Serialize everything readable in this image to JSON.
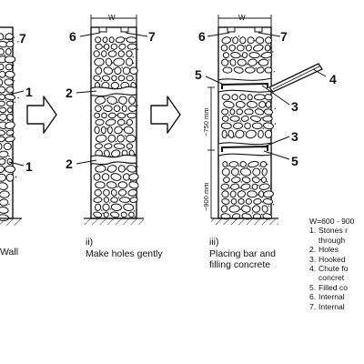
{
  "panels": [
    {
      "id": "i",
      "roman": "",
      "caption_lines": [
        "Wall"
      ]
    },
    {
      "id": "ii",
      "roman": "ii)",
      "caption_lines": [
        "Make holes gently"
      ]
    },
    {
      "id": "iii",
      "roman": "iii)",
      "caption_lines": [
        "Placing bar and",
        "filling concrete"
      ]
    }
  ],
  "callouts": {
    "panel1": [
      "7",
      "1",
      "1"
    ],
    "panel2": [
      "6",
      "7",
      "2",
      "2",
      "W"
    ],
    "panel3": [
      "6",
      "7",
      "W",
      "4",
      "5",
      "3",
      "3",
      "5"
    ]
  },
  "dimensions": {
    "upper": "~750 mm",
    "lower": "~900 mm"
  },
  "legend": {
    "heading": "W=600 - 900",
    "items": [
      {
        "num": "1.",
        "text": "Stones r"
      },
      {
        "num": "",
        "text": "through"
      },
      {
        "num": "2.",
        "text": "Holes"
      },
      {
        "num": "3.",
        "text": "Hooked"
      },
      {
        "num": "4.",
        "text": "Chute fo"
      },
      {
        "num": "",
        "text": "concret"
      },
      {
        "num": "5.",
        "text": "Filled co"
      },
      {
        "num": "6.",
        "text": "Internal"
      },
      {
        "num": "7.",
        "text": "Internal"
      }
    ]
  }
}
